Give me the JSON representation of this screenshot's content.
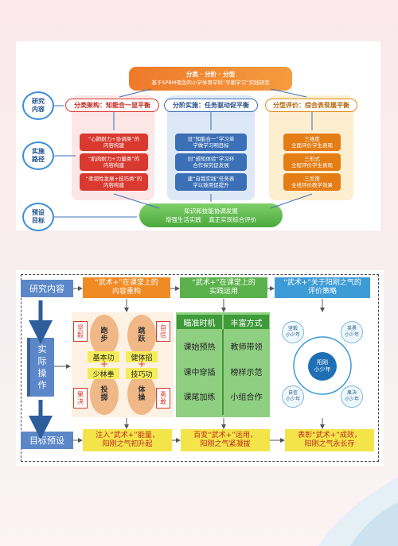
{
  "top": {
    "banner": [
      "分类 · 分阶 · 分型",
      "基于SPBM理念的小学体育学科“平衡学习”实践研究"
    ],
    "left_labels": [
      [
        "研究",
        "内容"
      ],
      [
        "实施",
        "路径"
      ],
      [
        "预设",
        "目标"
      ]
    ],
    "columns": [
      {
        "header": "分类架构：知能合一显平衡",
        "items": [
          [
            "“心肺耐力+协调类”的",
            "内容构建"
          ],
          [
            "“肌肉耐力+力量类”的",
            "内容构建"
          ],
          [
            "“柔韧性发展+技巧类”的",
            "内容构建"
          ]
        ]
      },
      {
        "header": "分阶实施：任务驱动促平衡",
        "items": [
          [
            "设“知能合一”学习单",
            "学做学习明目标"
          ],
          [
            "创“感知体验”学习环",
            "合作探究促发展"
          ],
          [
            "建“自我实践”任务表",
            "学以致用促提升"
          ]
        ]
      },
      {
        "header": "分型评价：综合表现展平衡",
        "items": [
          [
            "三维度",
            "全面评价学生表现"
          ],
          [
            "三形式",
            "全程评价学生表现"
          ],
          [
            "三反馈",
            "全线评价教学效果"
          ]
        ]
      }
    ],
    "bottom": [
      "知识和技能协调发展",
      "增强生活实践    真正实现综合评价"
    ]
  },
  "bottom": {
    "left": {
      "research": "研究内容",
      "practice": [
        "实",
        "际",
        "操",
        "作"
      ],
      "goal": "目标预设"
    },
    "headers": [
      [
        "“武术+”在课堂上的",
        "内容重构"
      ],
      [
        "“武术+”在课堂上的",
        "实践运用"
      ],
      [
        "“武术+”关于阳刚之气的",
        "评价策略"
      ]
    ],
    "flower": {
      "corners": {
        "tl": [
          "坚",
          "毅"
        ],
        "tr": [
          "自",
          "信"
        ],
        "bl": [
          "果",
          "决"
        ],
        "br": [
          "勇",
          "敢"
        ]
      },
      "petals": {
        "t1": [
          "跑",
          "步"
        ],
        "t2": [
          "跳",
          "跃"
        ],
        "b1": [
          "投",
          "掷"
        ],
        "b2": [
          "体",
          "操"
        ]
      },
      "labels": [
        "基本功",
        "健体招",
        "少林拳",
        "技巧功"
      ]
    },
    "practice_table": {
      "headers": [
        "瞄准时机",
        "丰富方式"
      ],
      "rows": [
        [
          "课始预热",
          "教师带领"
        ],
        [
          "课中穿插",
          "榜样示范"
        ],
        [
          "课尾加练",
          "小组合作"
        ]
      ]
    },
    "cycle": {
      "center": [
        "阳刚",
        "小少年"
      ],
      "nodes": [
        [
          "坚毅",
          "小少年"
        ],
        [
          "英勇",
          "小少年"
        ],
        [
          "自信",
          "小少年"
        ],
        [
          "果决",
          "小少年"
        ]
      ]
    },
    "goals": [
      [
        "注入“武术+”能量，",
        "阳刚之气初升起"
      ],
      [
        "百变“武术+”运用，",
        "阳刚之气紧凝拔"
      ],
      [
        "表彰“武术+”成效，",
        "阳刚之气永长存"
      ]
    ]
  }
}
